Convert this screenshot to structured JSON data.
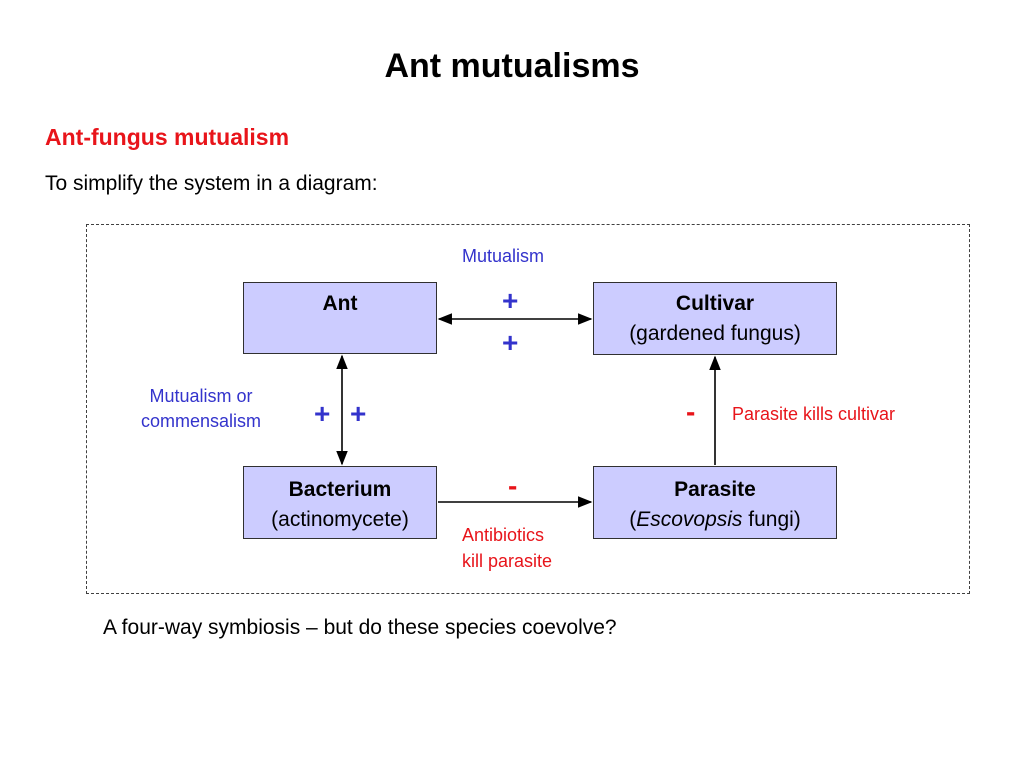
{
  "slide": {
    "title": "Ant mutualisms",
    "subtitle": "Ant-fungus mutualism",
    "intro": "To simplify the system in a diagram:",
    "footer": "A four-way symbiosis – but do these species coevolve?"
  },
  "diagram": {
    "nodes": {
      "ant": {
        "name": "Ant"
      },
      "cultivar": {
        "name": "Cultivar",
        "detail": "(gardened fungus)"
      },
      "bacterium": {
        "name": "Bacterium",
        "detail": "(actinomycete)"
      },
      "parasite": {
        "name": "Parasite",
        "detail_open": "(",
        "detail_italic": "Escovopsis",
        "detail_close": " fungi)"
      }
    },
    "labels": {
      "mutualism": "Mutualism",
      "mutualism_or_1": "Mutualism or",
      "mutualism_or_2": "commensalism",
      "parasite_kills": "Parasite kills cultivar",
      "antibiotics_1": "Antibiotics",
      "antibiotics_2": "kill parasite"
    },
    "signs": {
      "ant_cultivar_top": "+",
      "ant_cultivar_bottom": "+",
      "ant_bacterium_left": "+",
      "ant_bacterium_right": "+",
      "parasite_cultivar": "-",
      "bacterium_parasite": "-"
    },
    "edges": [
      {
        "from": "ant",
        "to": "cultivar",
        "type": "bidirectional"
      },
      {
        "from": "ant",
        "to": "bacterium",
        "type": "bidirectional"
      },
      {
        "from": "parasite",
        "to": "cultivar",
        "type": "directed"
      },
      {
        "from": "bacterium",
        "to": "parasite",
        "type": "directed"
      }
    ],
    "colors": {
      "box_fill": "#ccccff",
      "mutualism_text": "#3333cc",
      "negative_text": "#e8141a",
      "subtitle": "#e8141a"
    }
  }
}
